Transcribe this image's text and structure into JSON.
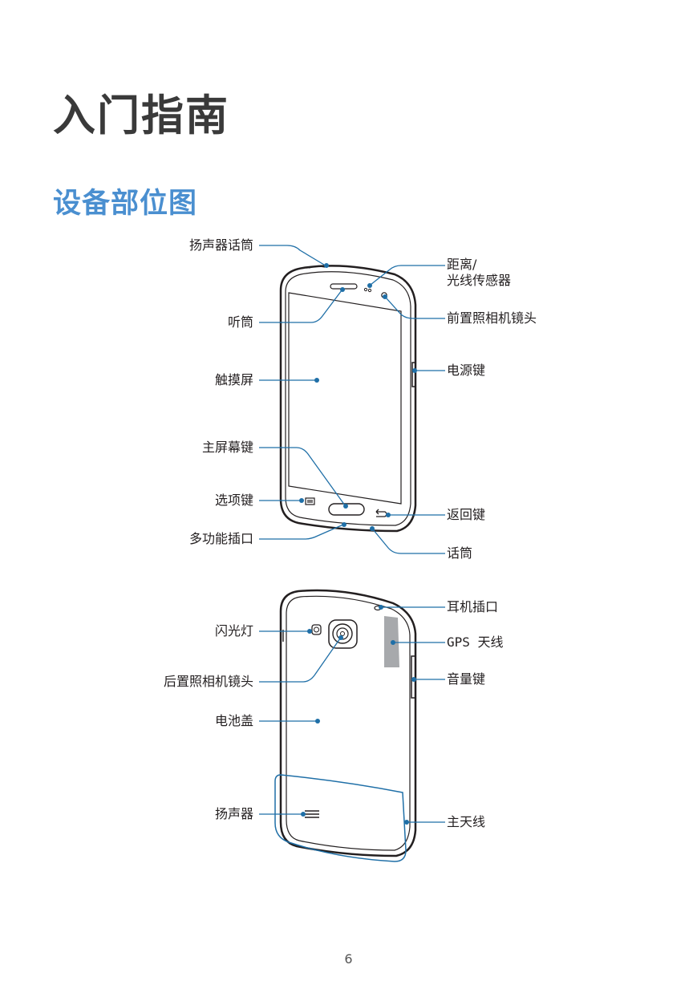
{
  "chapter_title": "入门指南",
  "section_title": "设备部位图",
  "front_labels": {
    "speaker_mic": "扬声器话筒",
    "earpiece": "听筒",
    "touchscreen": "触摸屏",
    "home_key": "主屏幕键",
    "menu_key": "选项键",
    "multipurpose_jack": "多功能插口",
    "proximity_sensor_line1": "距离/",
    "proximity_sensor_line2": "光线传感器",
    "front_camera": "前置照相机镜头",
    "power_key": "电源键",
    "back_key": "返回键",
    "microphone": "话筒"
  },
  "back_labels": {
    "flash": "闪光灯",
    "rear_camera": "后置照相机镜头",
    "battery_cover": "电池盖",
    "speaker": "扬声器",
    "headset_jack": "耳机插口",
    "gps_antenna": "GPS 天线",
    "volume_key": "音量键",
    "main_antenna": "主天线"
  },
  "colors": {
    "callout_line": "#1f6fa7",
    "section_title": "#4a8fd0",
    "gps_area": "#a7a9ac"
  },
  "page_number": "6"
}
